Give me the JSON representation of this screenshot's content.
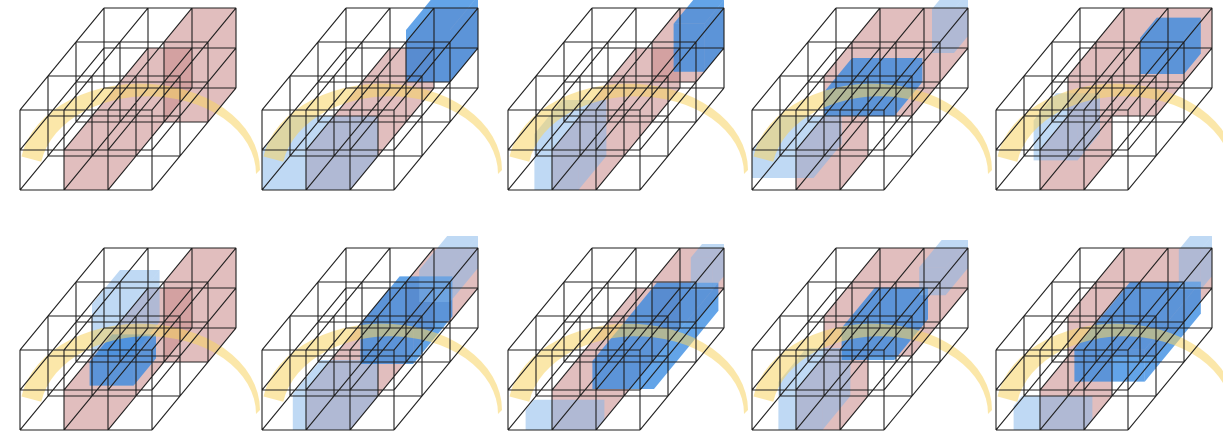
{
  "figure": {
    "rows": 2,
    "columns": 5,
    "colors": {
      "wireframe": "#1e1e1e",
      "sun_path_arc": "#f7d463",
      "building_mass": "#c98a8a",
      "light_volume": "#7fb4ea",
      "light_volume_dark": "#2f86e0"
    },
    "panels": [
      {
        "id": "a",
        "variant": 0
      },
      {
        "id": "b",
        "variant": 1
      },
      {
        "id": "c",
        "variant": 2
      },
      {
        "id": "d",
        "variant": 3
      },
      {
        "id": "e",
        "variant": 4
      },
      {
        "id": "f",
        "variant": 5
      },
      {
        "id": "g",
        "variant": 6
      },
      {
        "id": "h",
        "variant": 7
      },
      {
        "id": "i",
        "variant": 8
      },
      {
        "id": "j",
        "variant": 9
      }
    ]
  }
}
